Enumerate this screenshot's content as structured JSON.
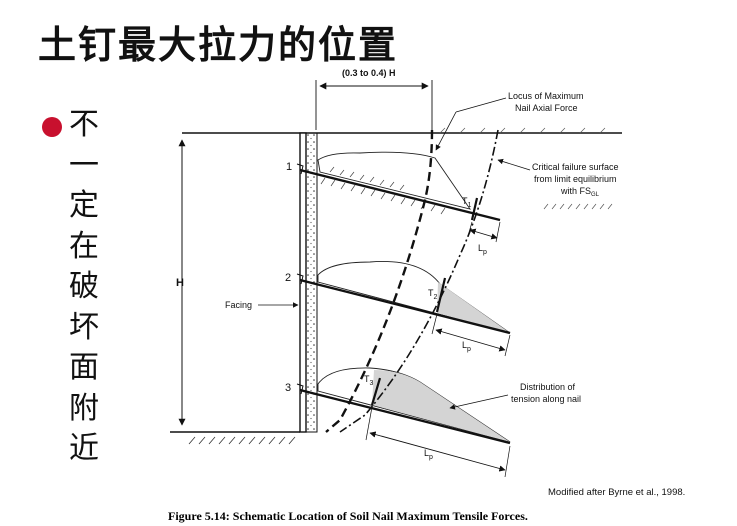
{
  "slide": {
    "title": "土钉最大拉力的位置",
    "bullet_text": [
      "不",
      "一",
      "定",
      "在",
      "破",
      "坏",
      "面",
      "附",
      "近"
    ]
  },
  "figure": {
    "dimension_label": "(0.3 to 0.4) H",
    "height_label": "H",
    "locus_label_line1": "Locus of Maximum",
    "locus_label_line2": "Nail Axial Force",
    "failure_label_line1": "Critical failure surface",
    "failure_label_line2": "from limit equilibrium",
    "failure_label_line3": "with FS",
    "failure_label_sub": "GL",
    "facing_label": "Facing",
    "distribution_label_line1": "Distribution of",
    "distribution_label_line2": "tension along nail",
    "nail_numbers": [
      "1",
      "2",
      "3"
    ],
    "tension_labels": [
      "T",
      "T",
      "T"
    ],
    "tension_subs": [
      "1",
      "2",
      "3"
    ],
    "lp_label": "L",
    "lp_sub": "p",
    "credit": "Modified after Byrne et al., 1998.",
    "caption": "Figure 5.14:  Schematic Location of Soil Nail Maximum Tensile Forces."
  }
}
